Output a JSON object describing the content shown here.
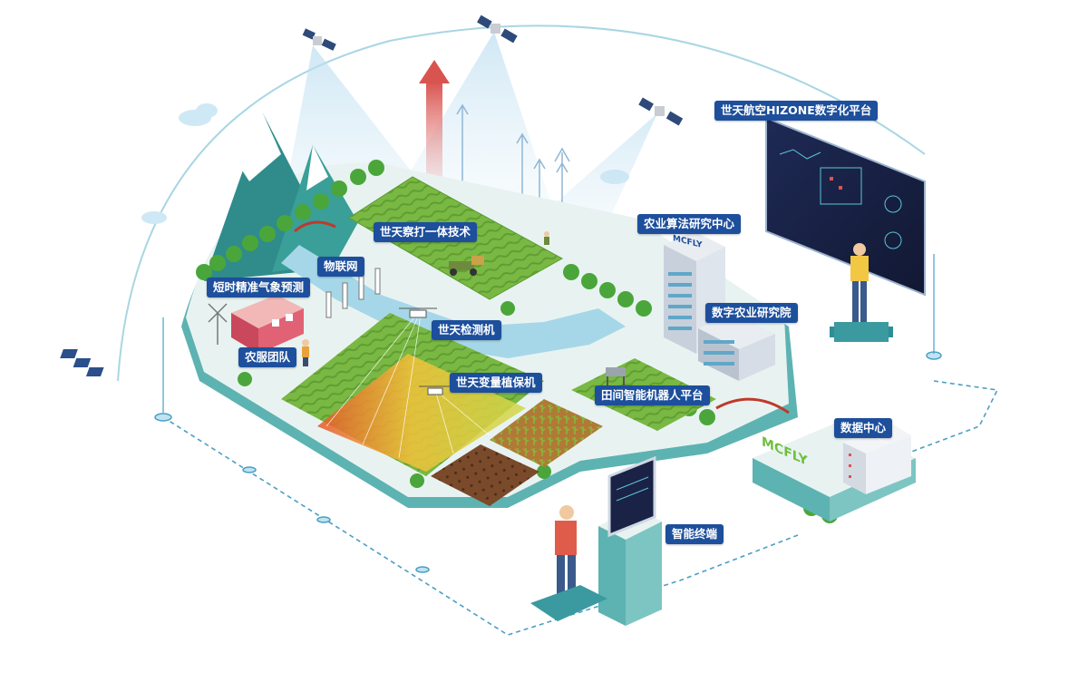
{
  "labels": {
    "platform": "世天航空HIZONE数字化平台",
    "survey_tech": "世天察打一体技术",
    "algorithm_center": "农业算法研究中心",
    "iot": "物联网",
    "weather": "短时精准气象预测",
    "monitor_drone": "世天检测机",
    "digital_institute": "数字农业研究院",
    "service_team": "农服团队",
    "variable_sprayer": "世天变量植保机",
    "field_robot": "田间智能机器人平台",
    "data_center": "数据中心",
    "smart_terminal": "智能终端"
  },
  "signage": {
    "building_logo": "MCFLY",
    "datacenter_logo": "MCFLY"
  },
  "colors": {
    "label_bg": "#1d4f9c",
    "platform_teal": "#62b9b7",
    "grass": "#7fbf45",
    "water": "#9fd3e6",
    "screen": "#1a2246"
  },
  "icons": [
    "satellite-icon",
    "mountain-icon",
    "tractor-icon",
    "drone-icon",
    "robot-icon",
    "server-icon",
    "kiosk-icon",
    "windmill-icon",
    "solar-panel-icon",
    "arrow-up-icon"
  ]
}
